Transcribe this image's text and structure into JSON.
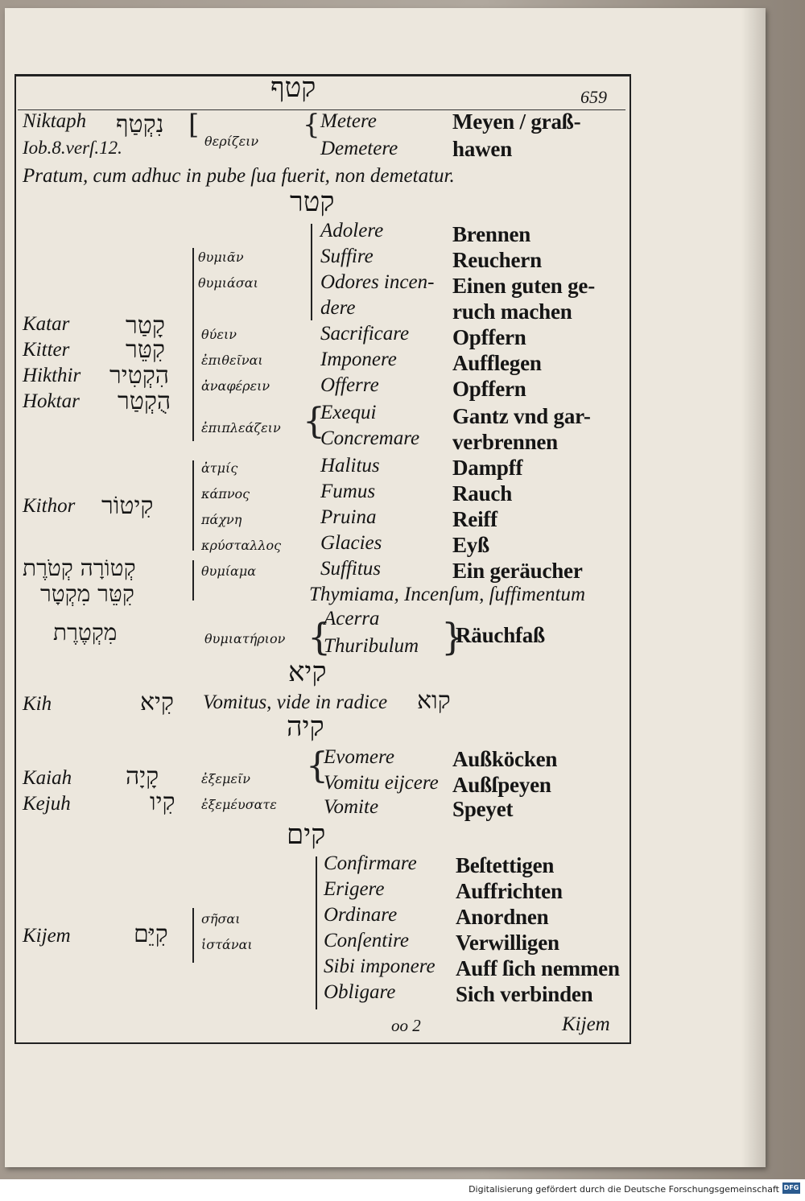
{
  "page": {
    "header_hebrew": "קטף",
    "page_number": "659",
    "signature": "oo 2",
    "catchword": "Kijem"
  },
  "top_section": {
    "left1": "Niktaph",
    "left2": "Iob.8.verſ.12.",
    "hebrew": "נִקְטַף",
    "greek": "θερίζειν",
    "latin": [
      "Metere",
      "Demetere"
    ],
    "german": [
      "Meyen / graß-",
      "hawen"
    ],
    "quote": "Pratum, cum adhuc in pube ſua fuerit, non demetatur."
  },
  "section_qtr": {
    "header": "קטר",
    "translits": [
      "Katar",
      "Kitter",
      "Hikthir",
      "Hoktar"
    ],
    "hebrew": [
      "קָטַר",
      "קִטֵּר",
      "הִקְטִיר",
      "הֻקְטַר"
    ],
    "greek": [
      "θυμιᾶν",
      "θυμιάσαι",
      "θύειν",
      "ἐπιθεῖναι",
      "ἀναφέρειν",
      "ἐπιπλεάζειν"
    ],
    "latin": [
      "Adolere",
      "Suffire",
      "Odores incen-",
      "dere",
      "Sacrificare",
      "Imponere",
      "Offerre",
      "Exequi",
      "Concremare"
    ],
    "german": [
      "Brennen",
      "Reuchern",
      "Einen guten ge-",
      "ruch machen",
      "Opffern",
      "Aufflegen",
      "Opffern",
      "Gantz vnd gar-",
      "verbrennen"
    ]
  },
  "section_kitor": {
    "translit": "Kithor",
    "hebrew": "קִיטוֹר",
    "greek": [
      "ἀτμίς",
      "κάπνος",
      "πάχνη",
      "κρύσταλλος"
    ],
    "latin": [
      "Halitus",
      "Fumus",
      "Pruina",
      "Glacies"
    ],
    "german": [
      "Dampff",
      "Rauch",
      "Reiff",
      "Eyß"
    ]
  },
  "section_ketoret": {
    "hebrew1": "קְטוֹרָה קְטֹרֶת",
    "hebrew2": "קִטֵּר מִקְטָר",
    "greek": "θυμίαμα",
    "latin": "Suffitus",
    "german": "Ein geräucher",
    "latin_line": "Thymiama, Incenſum, ſuffimentum",
    "hebrew3": "מִקְטֶרֶת",
    "greek2": "θυμιατήριον",
    "latin2": [
      "Acerra",
      "Thuribulum"
    ],
    "german2": "Räuchfaß"
  },
  "section_kia": {
    "header": "קיא",
    "translit": "Kih",
    "hebrew": "קִיא",
    "text": "Vomitus, vide in radice",
    "hebrew_ref": "קוא"
  },
  "section_kiah": {
    "header": "קיה",
    "translits": [
      "Kaiah",
      "Kejuh"
    ],
    "hebrew": [
      "קָיָה",
      "קִיו"
    ],
    "greek": [
      "ἐξεμεῖν",
      "ἐξεμέυσατε"
    ],
    "latin": [
      "Evomere",
      "Vomitu eijcere",
      "Vomite"
    ],
    "german": [
      "Außköcken",
      "Außſpeyen",
      "Speyet"
    ]
  },
  "section_kum": {
    "header": "קים",
    "translit": "Kijem",
    "hebrew": "קִיֵּם",
    "greek": [
      "σῆσαι",
      "ἱστάναι"
    ],
    "latin": [
      "Confirmare",
      "Erigere",
      "Ordinare",
      "Conſentire",
      "Sibi imponere",
      "Obligare"
    ],
    "german": [
      "Beſtettigen",
      "Auffrichten",
      "Anordnen",
      "Verwilligen",
      "Auff ſich nemmen",
      "Sich verbinden"
    ]
  },
  "footer": {
    "text": "Digitalisierung gefördert durch die Deutsche Forschungsgemeinschaft",
    "logo": "DFG"
  }
}
